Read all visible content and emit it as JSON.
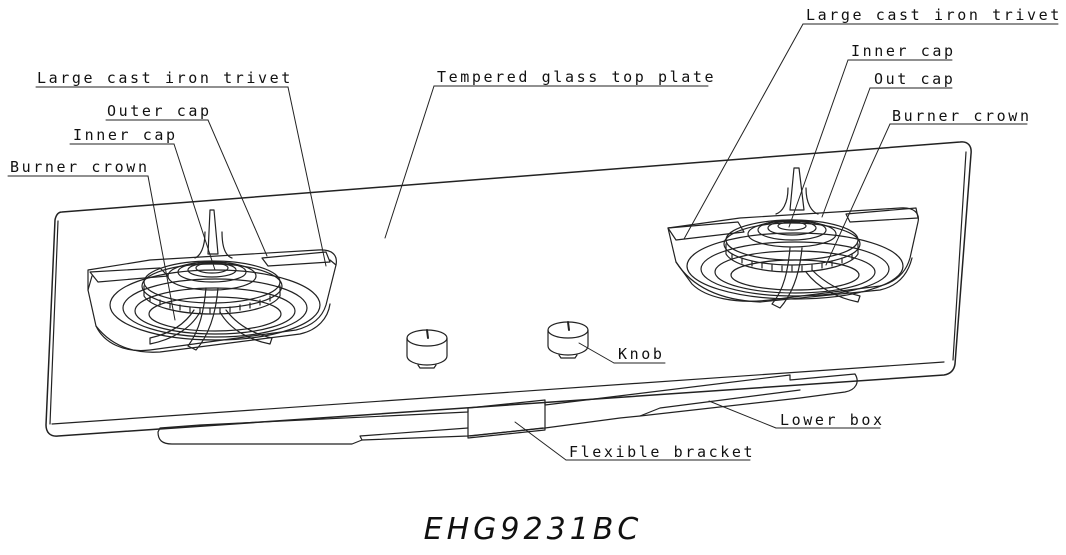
{
  "labels": {
    "right_trivet": "Large cast iron trivet",
    "right_inner_cap": "Inner cap",
    "right_out_cap": "Out cap",
    "right_burner_crown": "Burner crown",
    "left_trivet": "Large cast iron trivet",
    "glass_plate": "Tempered glass top plate",
    "left_outer_cap": "Outer cap",
    "left_inner_cap": "Inner cap",
    "left_burner_crown": "Burner crown",
    "knob": "Knob",
    "lower_box": "Lower box",
    "flexible_bracket": "Flexible bracket"
  },
  "model": "EHG9231BC"
}
